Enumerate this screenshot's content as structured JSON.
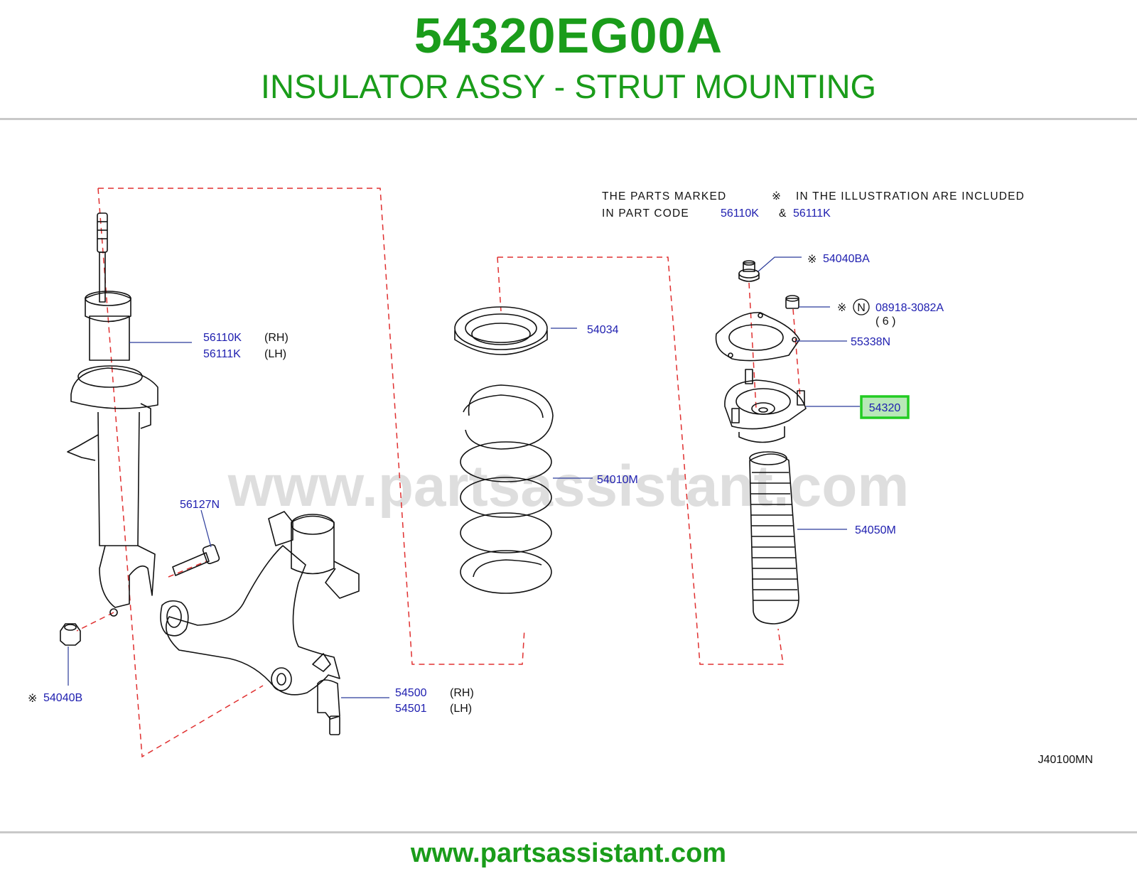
{
  "header": {
    "part_number": "54320EG00A",
    "part_name": "INSULATOR ASSY - STRUT MOUNTING"
  },
  "note": {
    "line1_a": "THE   PARTS   MARKED",
    "symbol": "※",
    "line1_b": "IN   THE   ILLUSTRATION   ARE   INCLUDED",
    "line2_a": "IN   PART   CODE",
    "code1": "56110K",
    "amp": "&",
    "code2": "56111K"
  },
  "callouts": {
    "c56110K": "56110K",
    "c56110K_side": "(RH)",
    "c56111K": "56111K",
    "c56111K_side": "(LH)",
    "c54034": "54034",
    "c54010M": "54010M",
    "c54040BA_mark": "※",
    "c54040BA": "54040BA",
    "c08918_mark": "※",
    "c08918_n": "N",
    "c08918": "08918-3082A",
    "c08918_qty": "( 6 )",
    "c55338N": "55338N",
    "c54320": "54320",
    "c54050M": "54050M",
    "c56127N": "56127N",
    "c54040B_mark": "※",
    "c54040B": "54040B",
    "c54500": "54500",
    "c54500_side": "(RH)",
    "c54501": "54501",
    "c54501_side": "(LH)"
  },
  "illustration_code": "J40100MN",
  "watermark": "www.partsassistant.com",
  "footer": {
    "url": "www.partsassistant.com"
  },
  "colors": {
    "brand_green": "#1a9c1a",
    "callout_blue": "#2020b0",
    "highlight": "#22cc22",
    "dash_red": "#e03030"
  }
}
